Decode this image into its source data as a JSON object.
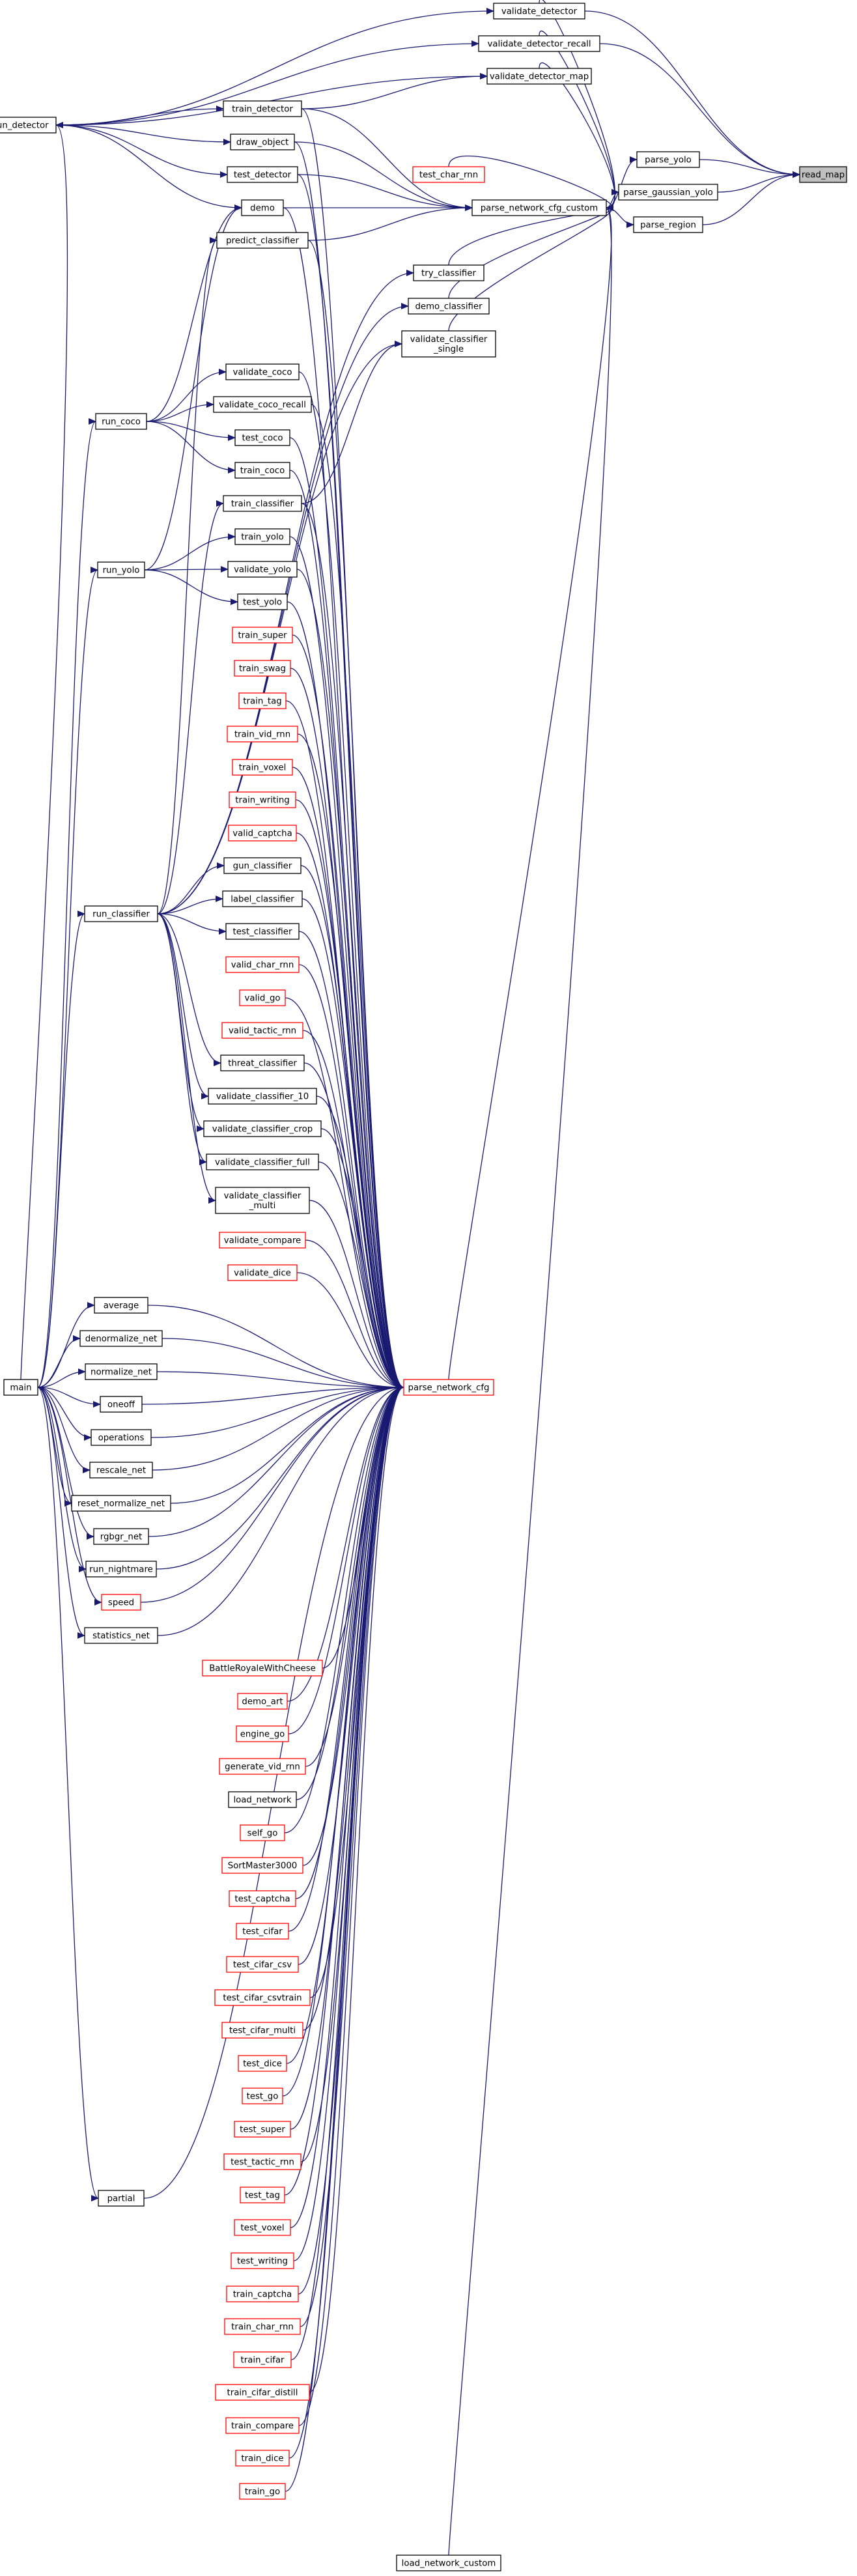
{
  "colors": {
    "edge": "#191970",
    "linked_border": "#000000",
    "unlinked_border": "#ff0000",
    "focus_fill": "#bfbfbf",
    "node_fill": "#ffffff"
  },
  "nodes": [
    {
      "id": "read_map",
      "label": "read_map",
      "kind": "focus"
    },
    {
      "id": "validate_detector",
      "label": "validate_detector",
      "kind": "linked"
    },
    {
      "id": "validate_detector_recall",
      "label": "validate_detector_recall",
      "kind": "linked"
    },
    {
      "id": "validate_detector_map",
      "label": "validate_detector_map",
      "kind": "linked"
    },
    {
      "id": "run_detector",
      "label": "run_detector",
      "kind": "linked"
    },
    {
      "id": "train_detector",
      "label": "train_detector",
      "kind": "linked"
    },
    {
      "id": "draw_object",
      "label": "draw_object",
      "kind": "linked"
    },
    {
      "id": "test_detector",
      "label": "test_detector",
      "kind": "linked"
    },
    {
      "id": "test_char_rnn",
      "label": "test_char_rnn",
      "kind": "unlinked"
    },
    {
      "id": "parse_yolo",
      "label": "parse_yolo",
      "kind": "linked"
    },
    {
      "id": "parse_gaussian_yolo",
      "label": "parse_gaussian_yolo",
      "kind": "linked"
    },
    {
      "id": "parse_region",
      "label": "parse_region",
      "kind": "linked"
    },
    {
      "id": "parse_network_cfg_custom",
      "label": "parse_network_cfg_custom",
      "kind": "linked"
    },
    {
      "id": "demo",
      "label": "demo",
      "kind": "linked"
    },
    {
      "id": "predict_classifier",
      "label": "predict_classifier",
      "kind": "linked"
    },
    {
      "id": "try_classifier",
      "label": "try_classifier",
      "kind": "linked"
    },
    {
      "id": "demo_classifier",
      "label": "demo_classifier",
      "kind": "linked"
    },
    {
      "id": "validate_classifier_single",
      "label": "validate_classifier\n_single",
      "kind": "linked"
    },
    {
      "id": "validate_coco",
      "label": "validate_coco",
      "kind": "linked"
    },
    {
      "id": "run_coco",
      "label": "run_coco",
      "kind": "linked"
    },
    {
      "id": "validate_coco_recall",
      "label": "validate_coco_recall",
      "kind": "linked"
    },
    {
      "id": "test_coco",
      "label": "test_coco",
      "kind": "linked"
    },
    {
      "id": "train_coco",
      "label": "train_coco",
      "kind": "linked"
    },
    {
      "id": "train_classifier",
      "label": "train_classifier",
      "kind": "linked"
    },
    {
      "id": "train_yolo",
      "label": "train_yolo",
      "kind": "linked"
    },
    {
      "id": "run_yolo",
      "label": "run_yolo",
      "kind": "linked"
    },
    {
      "id": "validate_yolo",
      "label": "validate_yolo",
      "kind": "linked"
    },
    {
      "id": "test_yolo",
      "label": "test_yolo",
      "kind": "linked"
    },
    {
      "id": "train_super",
      "label": "train_super",
      "kind": "unlinked"
    },
    {
      "id": "train_swag",
      "label": "train_swag",
      "kind": "unlinked"
    },
    {
      "id": "train_tag",
      "label": "train_tag",
      "kind": "unlinked"
    },
    {
      "id": "train_vid_rnn",
      "label": "train_vid_rnn",
      "kind": "unlinked"
    },
    {
      "id": "train_voxel",
      "label": "train_voxel",
      "kind": "unlinked"
    },
    {
      "id": "train_writing",
      "label": "train_writing",
      "kind": "unlinked"
    },
    {
      "id": "valid_captcha",
      "label": "valid_captcha",
      "kind": "unlinked"
    },
    {
      "id": "gun_classifier",
      "label": "gun_classifier",
      "kind": "linked"
    },
    {
      "id": "label_classifier",
      "label": "label_classifier",
      "kind": "linked"
    },
    {
      "id": "run_classifier",
      "label": "run_classifier",
      "kind": "linked"
    },
    {
      "id": "test_classifier",
      "label": "test_classifier",
      "kind": "linked"
    },
    {
      "id": "valid_char_rnn",
      "label": "valid_char_rnn",
      "kind": "unlinked"
    },
    {
      "id": "valid_go",
      "label": "valid_go",
      "kind": "unlinked"
    },
    {
      "id": "valid_tactic_rnn",
      "label": "valid_tactic_rnn",
      "kind": "unlinked"
    },
    {
      "id": "threat_classifier",
      "label": "threat_classifier",
      "kind": "linked"
    },
    {
      "id": "validate_classifier_10",
      "label": "validate_classifier_10",
      "kind": "linked"
    },
    {
      "id": "validate_classifier_crop",
      "label": "validate_classifier_crop",
      "kind": "linked"
    },
    {
      "id": "validate_classifier_full",
      "label": "validate_classifier_full",
      "kind": "linked"
    },
    {
      "id": "validate_classifier_multi",
      "label": "validate_classifier\n_multi",
      "kind": "linked"
    },
    {
      "id": "validate_compare",
      "label": "validate_compare",
      "kind": "unlinked"
    },
    {
      "id": "validate_dice",
      "label": "validate_dice",
      "kind": "unlinked"
    },
    {
      "id": "average",
      "label": "average",
      "kind": "linked"
    },
    {
      "id": "denormalize_net",
      "label": "denormalize_net",
      "kind": "linked"
    },
    {
      "id": "normalize_net",
      "label": "normalize_net",
      "kind": "linked"
    },
    {
      "id": "main",
      "label": "main",
      "kind": "linked"
    },
    {
      "id": "oneoff",
      "label": "oneoff",
      "kind": "linked"
    },
    {
      "id": "parse_network_cfg",
      "label": "parse_network_cfg",
      "kind": "unlinked"
    },
    {
      "id": "operations",
      "label": "operations",
      "kind": "linked"
    },
    {
      "id": "rescale_net",
      "label": "rescale_net",
      "kind": "linked"
    },
    {
      "id": "reset_normalize_net",
      "label": "reset_normalize_net",
      "kind": "linked"
    },
    {
      "id": "rgbgr_net",
      "label": "rgbgr_net",
      "kind": "linked"
    },
    {
      "id": "run_nightmare",
      "label": "run_nightmare",
      "kind": "linked"
    },
    {
      "id": "speed",
      "label": "speed",
      "kind": "unlinked"
    },
    {
      "id": "statistics_net",
      "label": "statistics_net",
      "kind": "linked"
    },
    {
      "id": "BattleRoyaleWithCheese",
      "label": "BattleRoyaleWithCheese",
      "kind": "unlinked"
    },
    {
      "id": "demo_art",
      "label": "demo_art",
      "kind": "unlinked"
    },
    {
      "id": "engine_go",
      "label": "engine_go",
      "kind": "unlinked"
    },
    {
      "id": "generate_vid_rnn",
      "label": "generate_vid_rnn",
      "kind": "unlinked"
    },
    {
      "id": "load_network",
      "label": "load_network",
      "kind": "linked"
    },
    {
      "id": "self_go",
      "label": "self_go",
      "kind": "unlinked"
    },
    {
      "id": "SortMaster3000",
      "label": "SortMaster3000",
      "kind": "unlinked"
    },
    {
      "id": "test_captcha",
      "label": "test_captcha",
      "kind": "unlinked"
    },
    {
      "id": "test_cifar",
      "label": "test_cifar",
      "kind": "unlinked"
    },
    {
      "id": "test_cifar_csv",
      "label": "test_cifar_csv",
      "kind": "unlinked"
    },
    {
      "id": "test_cifar_csvtrain",
      "label": "test_cifar_csvtrain",
      "kind": "unlinked"
    },
    {
      "id": "test_cifar_multi",
      "label": "test_cifar_multi",
      "kind": "unlinked"
    },
    {
      "id": "test_dice",
      "label": "test_dice",
      "kind": "unlinked"
    },
    {
      "id": "test_go",
      "label": "test_go",
      "kind": "unlinked"
    },
    {
      "id": "test_super",
      "label": "test_super",
      "kind": "unlinked"
    },
    {
      "id": "test_tactic_rnn",
      "label": "test_tactic_rnn",
      "kind": "unlinked"
    },
    {
      "id": "test_tag",
      "label": "test_tag",
      "kind": "unlinked"
    },
    {
      "id": "test_voxel",
      "label": "test_voxel",
      "kind": "unlinked"
    },
    {
      "id": "test_writing",
      "label": "test_writing",
      "kind": "unlinked"
    },
    {
      "id": "train_captcha",
      "label": "train_captcha",
      "kind": "unlinked"
    },
    {
      "id": "train_char_rnn",
      "label": "train_char_rnn",
      "kind": "unlinked"
    },
    {
      "id": "train_cifar",
      "label": "train_cifar",
      "kind": "unlinked"
    },
    {
      "id": "train_cifar_distill",
      "label": "train_cifar_distill",
      "kind": "unlinked"
    },
    {
      "id": "train_compare",
      "label": "train_compare",
      "kind": "unlinked"
    },
    {
      "id": "train_dice",
      "label": "train_dice",
      "kind": "unlinked"
    },
    {
      "id": "partial",
      "label": "partial",
      "kind": "linked"
    },
    {
      "id": "train_go",
      "label": "train_go",
      "kind": "unlinked"
    },
    {
      "id": "load_network_custom",
      "label": "load_network_custom",
      "kind": "linked"
    }
  ],
  "edges": [
    [
      "parse_yolo",
      "read_map"
    ],
    [
      "parse_gaussian_yolo",
      "read_map"
    ],
    [
      "parse_region",
      "read_map"
    ],
    [
      "validate_detector",
      "read_map"
    ],
    [
      "validate_detector_recall",
      "read_map"
    ],
    [
      "parse_network_cfg_custom",
      "parse_yolo"
    ],
    [
      "parse_network_cfg_custom",
      "parse_gaussian_yolo"
    ],
    [
      "parse_network_cfg_custom",
      "parse_region"
    ],
    [
      "run_detector",
      "validate_detector"
    ],
    [
      "run_detector",
      "validate_detector_recall"
    ],
    [
      "run_detector",
      "validate_detector_map"
    ],
    [
      "run_detector",
      "train_detector"
    ],
    [
      "run_detector",
      "draw_object"
    ],
    [
      "run_detector",
      "test_detector"
    ],
    [
      "train_detector",
      "validate_detector_map"
    ],
    [
      "validate_detector",
      "parse_network_cfg_custom"
    ],
    [
      "validate_detector_recall",
      "parse_network_cfg_custom"
    ],
    [
      "validate_detector_map",
      "parse_network_cfg_custom"
    ],
    [
      "train_detector",
      "parse_network_cfg_custom"
    ],
    [
      "draw_object",
      "parse_network_cfg_custom"
    ],
    [
      "test_detector",
      "parse_network_cfg_custom"
    ],
    [
      "test_char_rnn",
      "parse_network_cfg_custom"
    ],
    [
      "demo",
      "parse_network_cfg_custom"
    ],
    [
      "predict_classifier",
      "parse_network_cfg_custom"
    ],
    [
      "try_classifier",
      "parse_network_cfg_custom"
    ],
    [
      "demo_classifier",
      "parse_network_cfg_custom"
    ],
    [
      "validate_classifier_single",
      "parse_network_cfg_custom"
    ],
    [
      "load_network_custom",
      "parse_network_cfg_custom"
    ],
    [
      "train_classifier",
      "validate_classifier_single"
    ],
    [
      "run_detector",
      "demo"
    ],
    [
      "run_coco",
      "demo"
    ],
    [
      "run_yolo",
      "demo"
    ],
    [
      "run_classifier",
      "predict_classifier"
    ],
    [
      "run_classifier",
      "try_classifier"
    ],
    [
      "run_classifier",
      "demo_classifier"
    ],
    [
      "run_classifier",
      "validate_classifier_single"
    ],
    [
      "run_classifier",
      "train_classifier"
    ],
    [
      "run_classifier",
      "gun_classifier"
    ],
    [
      "run_classifier",
      "label_classifier"
    ],
    [
      "run_classifier",
      "test_classifier"
    ],
    [
      "run_classifier",
      "threat_classifier"
    ],
    [
      "run_classifier",
      "validate_classifier_10"
    ],
    [
      "run_classifier",
      "validate_classifier_crop"
    ],
    [
      "run_classifier",
      "validate_classifier_full"
    ],
    [
      "run_classifier",
      "validate_classifier_multi"
    ],
    [
      "run_coco",
      "validate_coco"
    ],
    [
      "run_coco",
      "validate_coco_recall"
    ],
    [
      "run_coco",
      "test_coco"
    ],
    [
      "run_coco",
      "train_coco"
    ],
    [
      "run_yolo",
      "train_yolo"
    ],
    [
      "run_yolo",
      "validate_yolo"
    ],
    [
      "run_yolo",
      "test_yolo"
    ],
    [
      "main",
      "run_detector"
    ],
    [
      "main",
      "run_coco"
    ],
    [
      "main",
      "run_yolo"
    ],
    [
      "main",
      "run_classifier"
    ],
    [
      "main",
      "average"
    ],
    [
      "main",
      "denormalize_net"
    ],
    [
      "main",
      "normalize_net"
    ],
    [
      "main",
      "oneoff"
    ],
    [
      "main",
      "operations"
    ],
    [
      "main",
      "rescale_net"
    ],
    [
      "main",
      "reset_normalize_net"
    ],
    [
      "main",
      "rgbgr_net"
    ],
    [
      "main",
      "run_nightmare"
    ],
    [
      "main",
      "speed"
    ],
    [
      "main",
      "statistics_net"
    ],
    [
      "main",
      "partial"
    ],
    [
      "demo",
      "parse_network_cfg"
    ],
    [
      "predict_classifier",
      "parse_network_cfg"
    ],
    [
      "train_detector",
      "parse_network_cfg"
    ],
    [
      "draw_object",
      "parse_network_cfg"
    ],
    [
      "test_detector",
      "parse_network_cfg"
    ],
    [
      "validate_coco",
      "parse_network_cfg"
    ],
    [
      "validate_coco_recall",
      "parse_network_cfg"
    ],
    [
      "test_coco",
      "parse_network_cfg"
    ],
    [
      "train_coco",
      "parse_network_cfg"
    ],
    [
      "train_classifier",
      "parse_network_cfg"
    ],
    [
      "train_yolo",
      "parse_network_cfg"
    ],
    [
      "validate_yolo",
      "parse_network_cfg"
    ],
    [
      "test_yolo",
      "parse_network_cfg"
    ],
    [
      "train_super",
      "parse_network_cfg"
    ],
    [
      "train_swag",
      "parse_network_cfg"
    ],
    [
      "train_tag",
      "parse_network_cfg"
    ],
    [
      "train_vid_rnn",
      "parse_network_cfg"
    ],
    [
      "train_voxel",
      "parse_network_cfg"
    ],
    [
      "train_writing",
      "parse_network_cfg"
    ],
    [
      "valid_captcha",
      "parse_network_cfg"
    ],
    [
      "gun_classifier",
      "parse_network_cfg"
    ],
    [
      "label_classifier",
      "parse_network_cfg"
    ],
    [
      "test_classifier",
      "parse_network_cfg"
    ],
    [
      "valid_char_rnn",
      "parse_network_cfg"
    ],
    [
      "valid_go",
      "parse_network_cfg"
    ],
    [
      "valid_tactic_rnn",
      "parse_network_cfg"
    ],
    [
      "threat_classifier",
      "parse_network_cfg"
    ],
    [
      "validate_classifier_10",
      "parse_network_cfg"
    ],
    [
      "validate_classifier_crop",
      "parse_network_cfg"
    ],
    [
      "validate_classifier_full",
      "parse_network_cfg"
    ],
    [
      "validate_classifier_multi",
      "parse_network_cfg"
    ],
    [
      "validate_compare",
      "parse_network_cfg"
    ],
    [
      "validate_dice",
      "parse_network_cfg"
    ],
    [
      "average",
      "parse_network_cfg"
    ],
    [
      "denormalize_net",
      "parse_network_cfg"
    ],
    [
      "normalize_net",
      "parse_network_cfg"
    ],
    [
      "oneoff",
      "parse_network_cfg"
    ],
    [
      "operations",
      "parse_network_cfg"
    ],
    [
      "rescale_net",
      "parse_network_cfg"
    ],
    [
      "reset_normalize_net",
      "parse_network_cfg"
    ],
    [
      "rgbgr_net",
      "parse_network_cfg"
    ],
    [
      "run_nightmare",
      "parse_network_cfg"
    ],
    [
      "speed",
      "parse_network_cfg"
    ],
    [
      "statistics_net",
      "parse_network_cfg"
    ],
    [
      "BattleRoyaleWithCheese",
      "parse_network_cfg"
    ],
    [
      "demo_art",
      "parse_network_cfg"
    ],
    [
      "engine_go",
      "parse_network_cfg"
    ],
    [
      "generate_vid_rnn",
      "parse_network_cfg"
    ],
    [
      "load_network",
      "parse_network_cfg"
    ],
    [
      "self_go",
      "parse_network_cfg"
    ],
    [
      "SortMaster3000",
      "parse_network_cfg"
    ],
    [
      "test_captcha",
      "parse_network_cfg"
    ],
    [
      "test_cifar",
      "parse_network_cfg"
    ],
    [
      "test_cifar_csv",
      "parse_network_cfg"
    ],
    [
      "test_cifar_csvtrain",
      "parse_network_cfg"
    ],
    [
      "test_cifar_multi",
      "parse_network_cfg"
    ],
    [
      "test_dice",
      "parse_network_cfg"
    ],
    [
      "test_go",
      "parse_network_cfg"
    ],
    [
      "test_super",
      "parse_network_cfg"
    ],
    [
      "test_tactic_rnn",
      "parse_network_cfg"
    ],
    [
      "test_tag",
      "parse_network_cfg"
    ],
    [
      "test_voxel",
      "parse_network_cfg"
    ],
    [
      "test_writing",
      "parse_network_cfg"
    ],
    [
      "train_captcha",
      "parse_network_cfg"
    ],
    [
      "train_char_rnn",
      "parse_network_cfg"
    ],
    [
      "train_cifar",
      "parse_network_cfg"
    ],
    [
      "train_cifar_distill",
      "parse_network_cfg"
    ],
    [
      "train_compare",
      "parse_network_cfg"
    ],
    [
      "train_dice",
      "parse_network_cfg"
    ],
    [
      "train_go",
      "parse_network_cfg"
    ],
    [
      "partial",
      "parse_network_cfg"
    ],
    [
      "parse_network_cfg",
      "parse_network_cfg_custom"
    ]
  ]
}
